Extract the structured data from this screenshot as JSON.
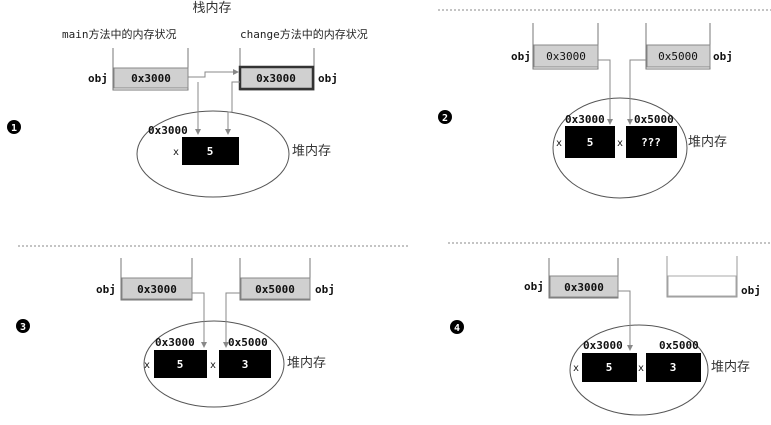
{
  "title": "栈内存",
  "heap_label": "堆内存",
  "panel1": {
    "marker": "❶",
    "main_caption": "main方法中的内存状况",
    "change_caption": "change方法中的内存状况",
    "left_var": "obj",
    "left_addr": "0x3000",
    "right_addr": "0x3000",
    "right_var": "obj",
    "heap_addr": "0x3000",
    "field": "x",
    "value": "5"
  },
  "panel2": {
    "marker": "❷",
    "left_var": "obj",
    "left_addr": "0x3000",
    "right_addr": "0x5000",
    "right_var": "obj",
    "heap_addr1": "0x3000",
    "heap_addr2": "0x5000",
    "field1": "x",
    "value1": "5",
    "field2": "x",
    "value2": "???"
  },
  "panel3": {
    "marker": "❸",
    "left_var": "obj",
    "left_addr": "0x3000",
    "right_addr": "0x5000",
    "right_var": "obj",
    "heap_addr1": "0x3000",
    "heap_addr2": "0x5000",
    "field1": "x",
    "value1": "5",
    "field2": "x",
    "value2": "3"
  },
  "panel4": {
    "marker": "❹",
    "left_var": "obj",
    "left_addr": "0x3000",
    "right_var": "obj",
    "heap_addr1": "0x3000",
    "heap_addr2": "0x5000",
    "field1": "x",
    "value1": "5",
    "field2": "x",
    "value2": "3"
  }
}
